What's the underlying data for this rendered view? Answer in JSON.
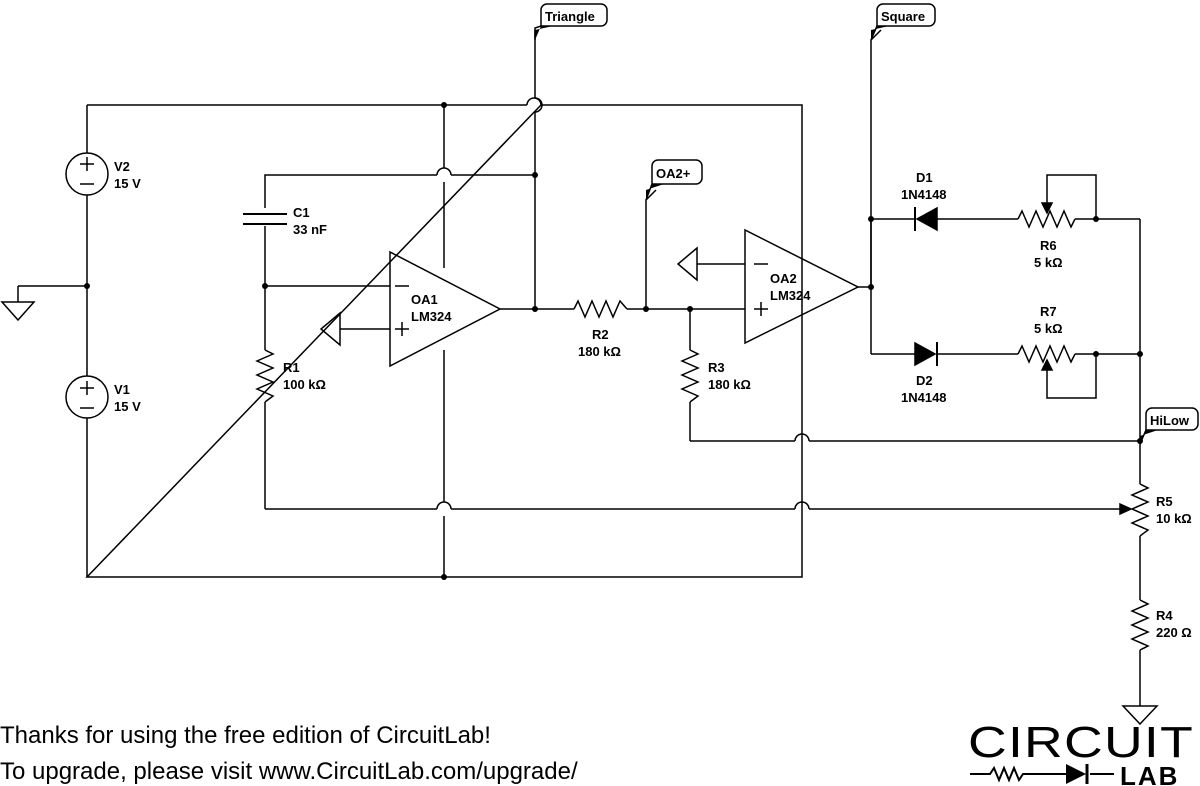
{
  "net_labels": {
    "triangle": "Triangle",
    "square": "Square",
    "oa2_plus": "OA2+",
    "hilow": "HiLow"
  },
  "components": {
    "v2": {
      "ref": "V2",
      "value": "15 V"
    },
    "v1": {
      "ref": "V1",
      "value": "15 V"
    },
    "c1": {
      "ref": "C1",
      "value": "33 nF"
    },
    "r1": {
      "ref": "R1",
      "value": "100 kΩ"
    },
    "oa1": {
      "ref": "OA1",
      "part": "LM324"
    },
    "r2": {
      "ref": "R2",
      "value": "180 kΩ"
    },
    "r3": {
      "ref": "R3",
      "value": "180 kΩ"
    },
    "oa2": {
      "ref": "OA2",
      "part": "LM324"
    },
    "d1": {
      "ref": "D1",
      "part": "1N4148"
    },
    "d2": {
      "ref": "D2",
      "part": "1N4148"
    },
    "r6": {
      "ref": "R6",
      "value": "5 kΩ"
    },
    "r7": {
      "ref": "R7",
      "value": "5 kΩ"
    },
    "r5": {
      "ref": "R5",
      "value": "10 kΩ"
    },
    "r4": {
      "ref": "R4",
      "value": "220 Ω"
    }
  },
  "footer": {
    "line1": "Thanks for using the free edition of CircuitLab!",
    "line2": "To upgrade, please visit www.CircuitLab.com/upgrade/"
  },
  "logo": {
    "top": "CIRCUIT",
    "bottom": "LAB"
  }
}
